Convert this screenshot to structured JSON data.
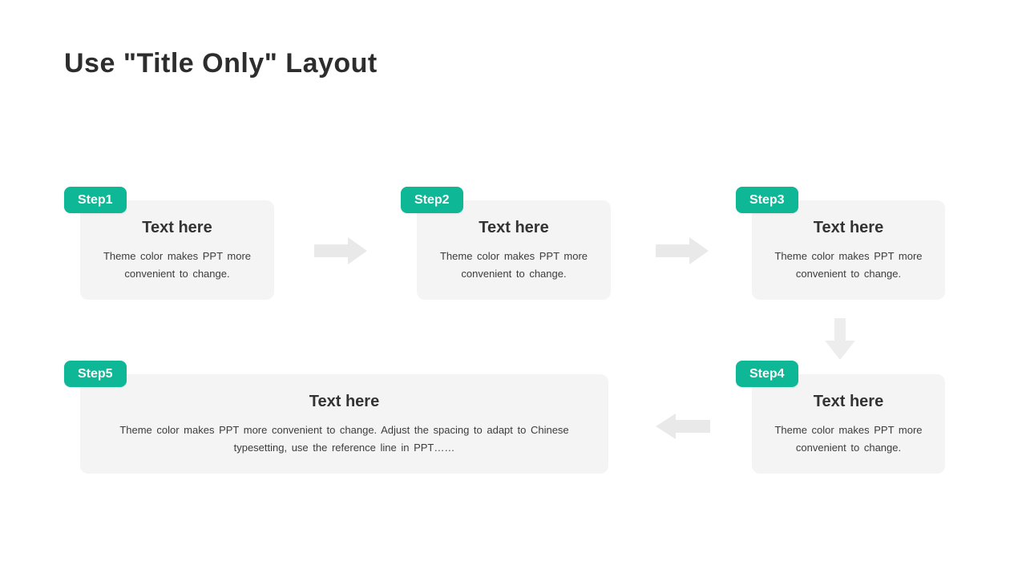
{
  "slide": {
    "title": "Use \"Title Only\" Layout",
    "colors": {
      "accent": "#0eb795",
      "card_background": "#f4f4f4",
      "arrow": "#e9e9e9",
      "title_text": "#2d2d2d",
      "body_text": "#3c3c3c"
    },
    "steps": [
      {
        "badge": "Step1",
        "heading": "Text here",
        "body": "Theme color makes PPT more convenient to change."
      },
      {
        "badge": "Step2",
        "heading": "Text here",
        "body": "Theme color makes PPT more convenient to change."
      },
      {
        "badge": "Step3",
        "heading": "Text here",
        "body": "Theme color makes PPT more convenient to change."
      },
      {
        "badge": "Step4",
        "heading": "Text here",
        "body": "Theme color makes PPT more convenient to change."
      },
      {
        "badge": "Step5",
        "heading": "Text here",
        "body": "Theme color makes PPT more convenient to change. Adjust the spacing to adapt to Chinese typesetting, use the reference line in PPT……"
      }
    ]
  }
}
